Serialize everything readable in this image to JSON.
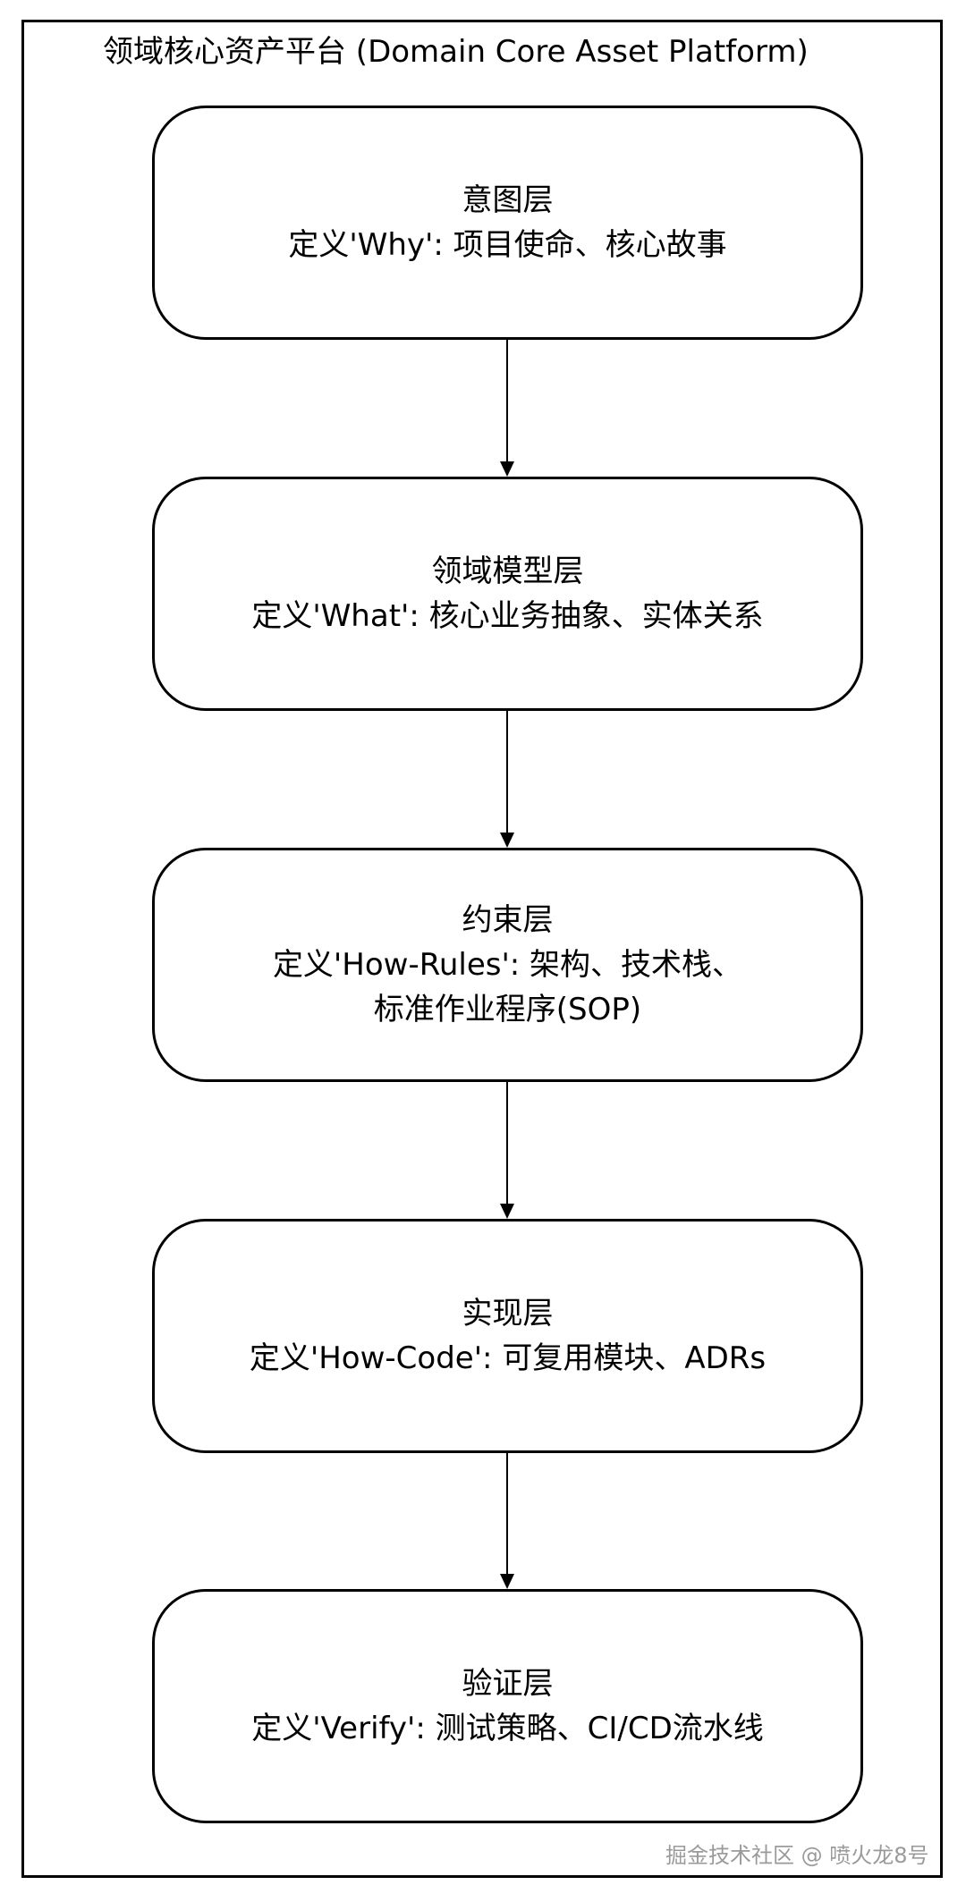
{
  "platform": {
    "title": "领域核心资产平台 (Domain Core Asset Platform)"
  },
  "layers": [
    {
      "name": "意图层",
      "description": [
        "定义'Why': 项目使命、核心故事"
      ]
    },
    {
      "name": "领域模型层",
      "description": [
        "定义'What': 核心业务抽象、实体关系"
      ]
    },
    {
      "name": "约束层",
      "description": [
        "定义'How-Rules': 架构、技术栈、",
        "标准作业程序(SOP)"
      ]
    },
    {
      "name": "实现层",
      "description": [
        "定义'How-Code': 可复用模块、ADRs"
      ]
    },
    {
      "name": "验证层",
      "description": [
        "定义'Verify': 测试策略、CI/CD流水线"
      ]
    }
  ],
  "watermark": "掘金技术社区 @ 喷火龙8号",
  "colors": {
    "stroke": "#000000",
    "background": "#ffffff",
    "watermark": "#9a9a9a"
  }
}
